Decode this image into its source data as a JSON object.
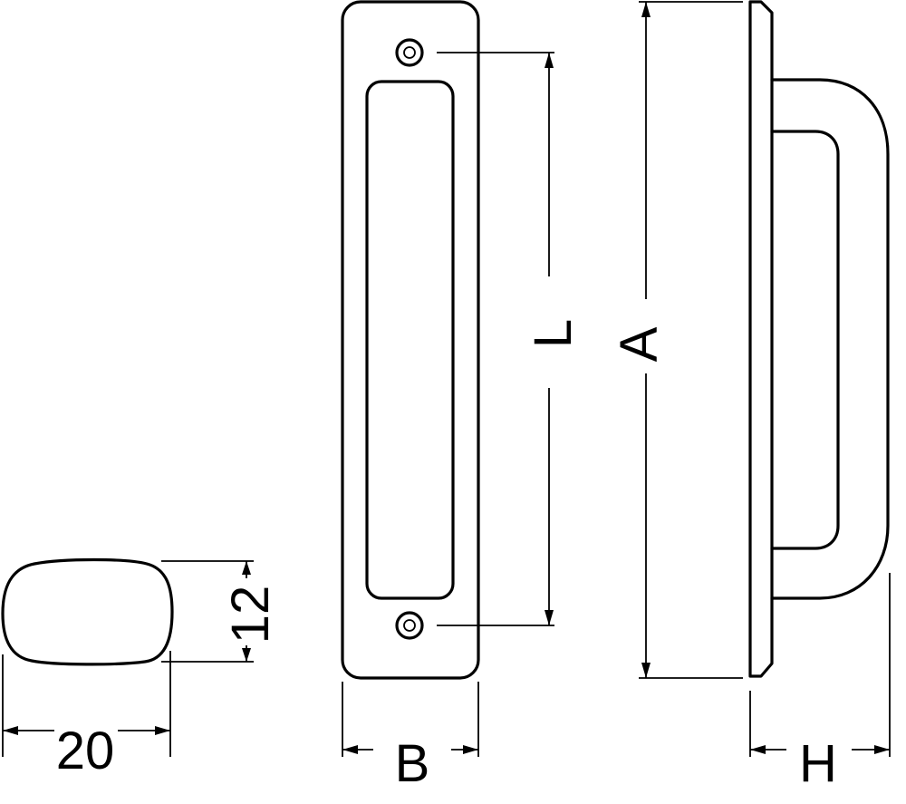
{
  "dimensions": {
    "width_value": "20",
    "height_value": "12",
    "plate_width_label": "B",
    "hole_spacing_label": "L",
    "overall_length_label": "A",
    "projection_label": "H"
  }
}
